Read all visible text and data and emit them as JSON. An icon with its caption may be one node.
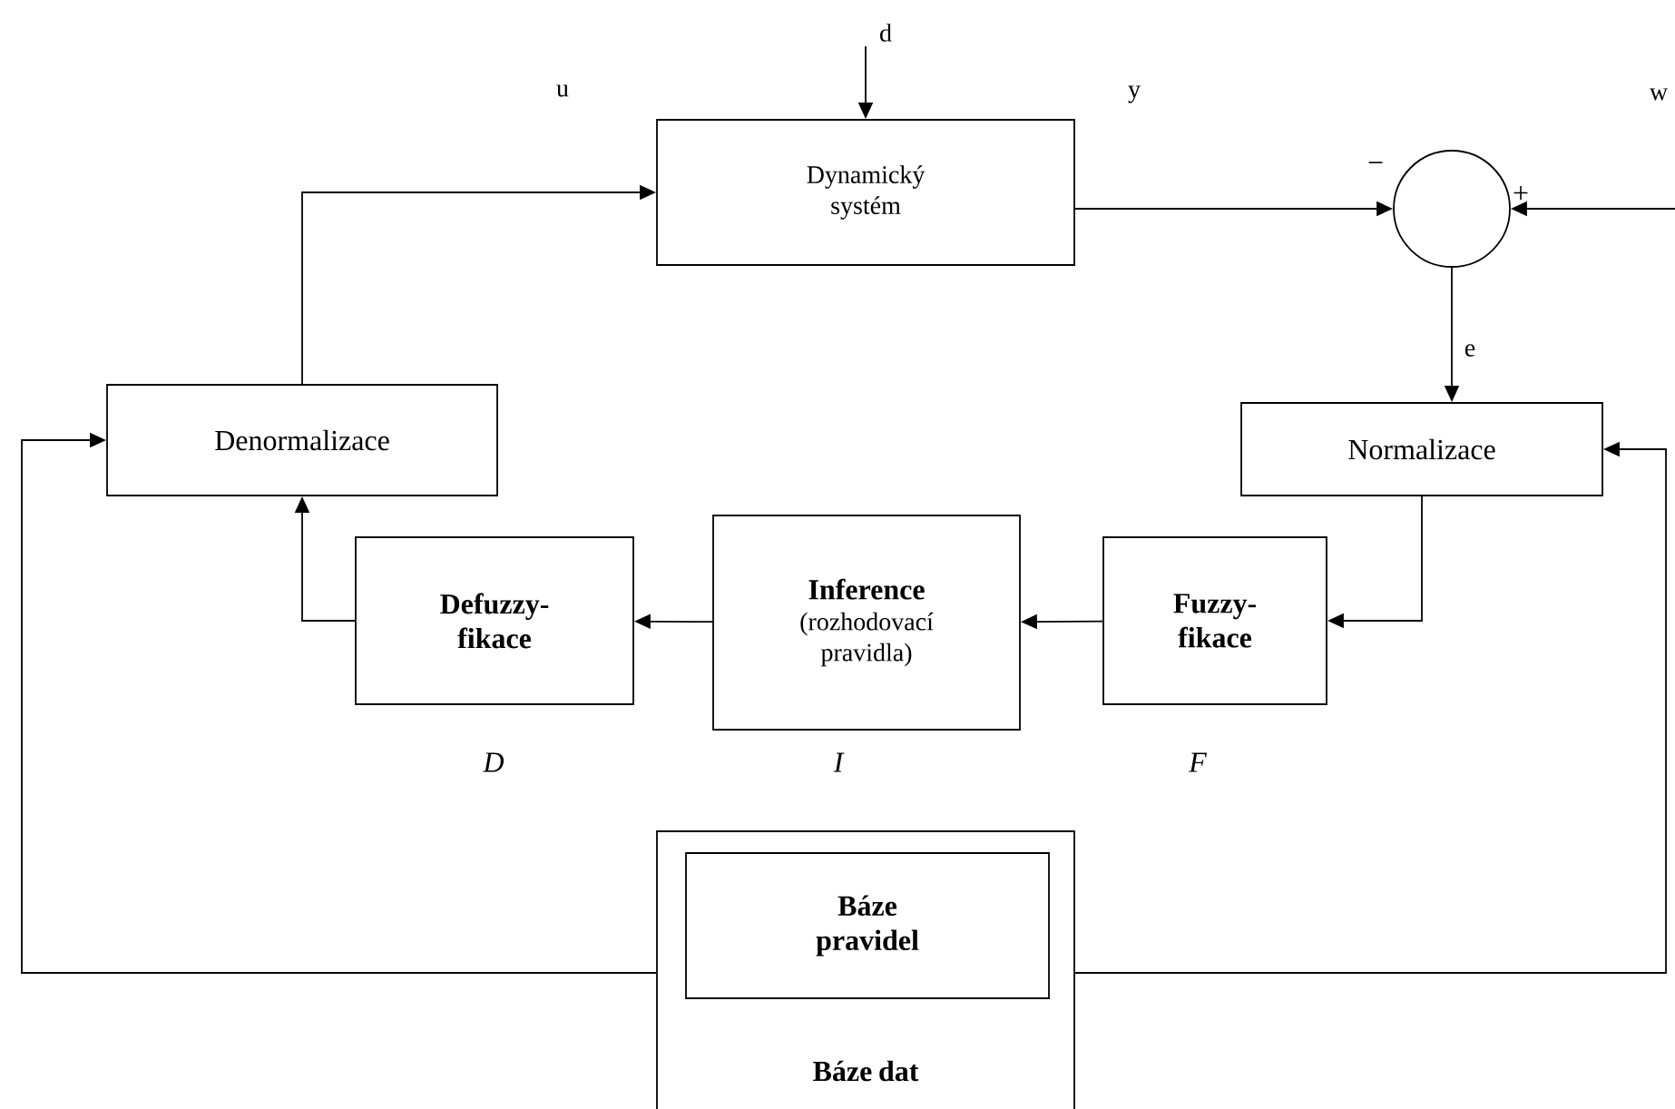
{
  "diagram": {
    "nodes": [
      {
        "text": [
          "Dynamický systém"
        ]
      },
      {
        "text": [],
        "shape": "circle",
        "beside": [
          "−",
          "+"
        ]
      },
      {
        "text": [
          "Denormalizace"
        ]
      },
      {
        "text": [
          "Normalizace"
        ]
      },
      {
        "text": [
          "Defuzzy- fikace"
        ],
        "beside": [
          "D"
        ]
      },
      {
        "text": [
          "Inference",
          "(rozhodovací pravidla)"
        ],
        "beside": [
          "I"
        ]
      },
      {
        "text": [
          "Fuzzy- fikace"
        ],
        "beside": [
          "F"
        ]
      },
      {
        "text": [
          "Báze dat"
        ]
      },
      {
        "text": [
          "Báze pravidel"
        ],
        "in": 7
      }
    ],
    "edges": [
      {
        "from": null,
        "to": 0,
        "arrow": "to",
        "label": "d"
      },
      {
        "from": 2,
        "to": 0,
        "arrow": "to",
        "label": "u"
      },
      {
        "from": 0,
        "to": 1,
        "arrow": "to",
        "label": "y"
      },
      {
        "from": null,
        "to": 1,
        "arrow": "to",
        "label": "w"
      },
      {
        "from": 1,
        "to": 3,
        "arrow": "to",
        "label": "e"
      },
      {
        "from": 3,
        "to": 6,
        "arrow": "to"
      },
      {
        "from": 6,
        "to": 5,
        "arrow": "to"
      },
      {
        "from": 5,
        "to": 4,
        "arrow": "to"
      },
      {
        "from": 4,
        "to": 2,
        "arrow": "to"
      },
      {
        "from": 7,
        "to": 2,
        "arrow": "to"
      },
      {
        "from": 7,
        "to": 3,
        "arrow": "to"
      }
    ]
  }
}
